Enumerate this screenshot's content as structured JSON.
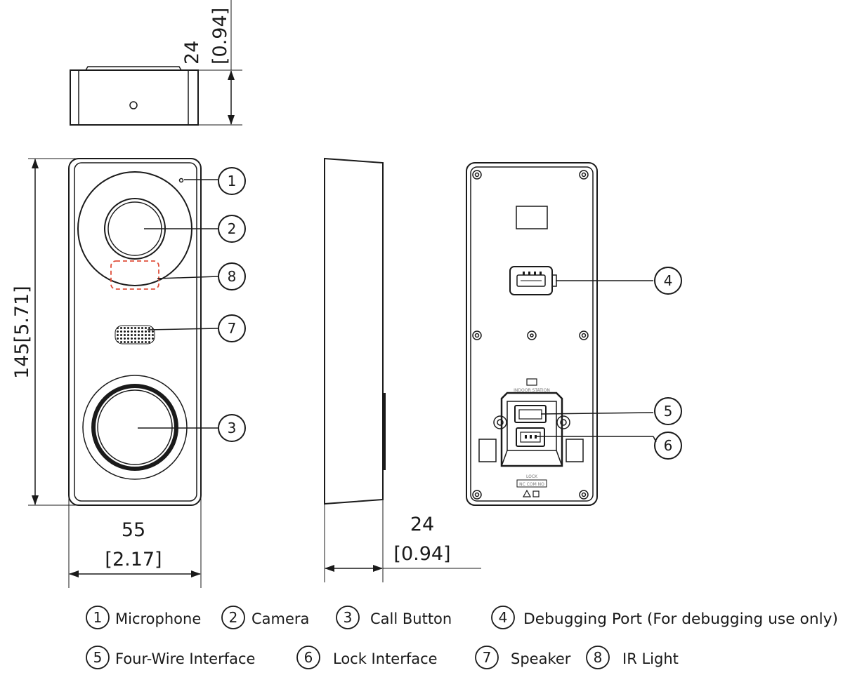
{
  "dimensions": {
    "depth_mm": "24",
    "depth_in": "[0.94]",
    "height": "145[5.71]",
    "width_mm": "55",
    "width_in": "[2.17]"
  },
  "callouts": [
    "1",
    "2",
    "3",
    "4",
    "5",
    "6",
    "7",
    "8"
  ],
  "legend": [
    {
      "num": "1",
      "label": "Microphone"
    },
    {
      "num": "2",
      "label": "Camera"
    },
    {
      "num": "3",
      "label": "Call Button"
    },
    {
      "num": "4",
      "label": "Debugging Port (For debugging use only)"
    },
    {
      "num": "5",
      "label": "Four-Wire Interface"
    },
    {
      "num": "6",
      "label": "Lock Interface"
    },
    {
      "num": "7",
      "label": "Speaker"
    },
    {
      "num": "8",
      "label": "IR Light"
    }
  ],
  "back_labels": {
    "station": "INDOOR STATION",
    "lock": "LOCK",
    "terminals": "NC COM NO"
  },
  "colors": {
    "line": "#1a1a1a",
    "ir_outline": "#e0503c"
  }
}
